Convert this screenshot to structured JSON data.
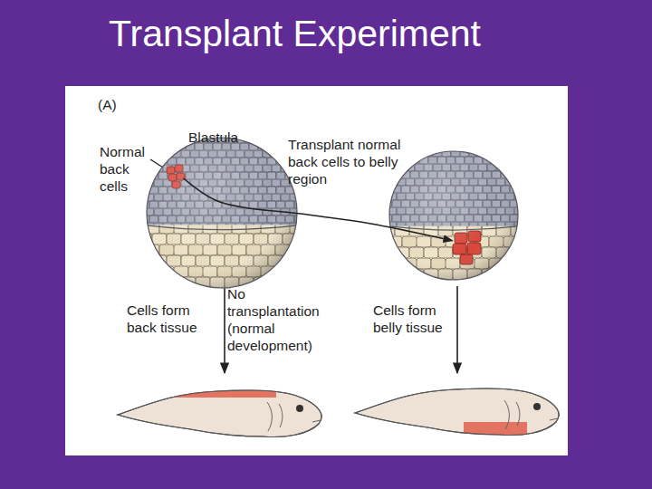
{
  "diagram": {
    "title": "Transplant Experiment",
    "nodes": [
      {
        "text": [
          "Blastula"
        ]
      },
      {
        "text": [
          "Transplant normal back cells to belly region"
        ]
      }
    ],
    "edges": [
      {
        "from": 0,
        "to": 1,
        "arrow": "to"
      }
    ],
    "labels": [
      "(A)",
      "Normal back cells",
      "No transplantation (normal development)",
      "Cells form back tissue",
      "Cells form belly tissue"
    ]
  }
}
